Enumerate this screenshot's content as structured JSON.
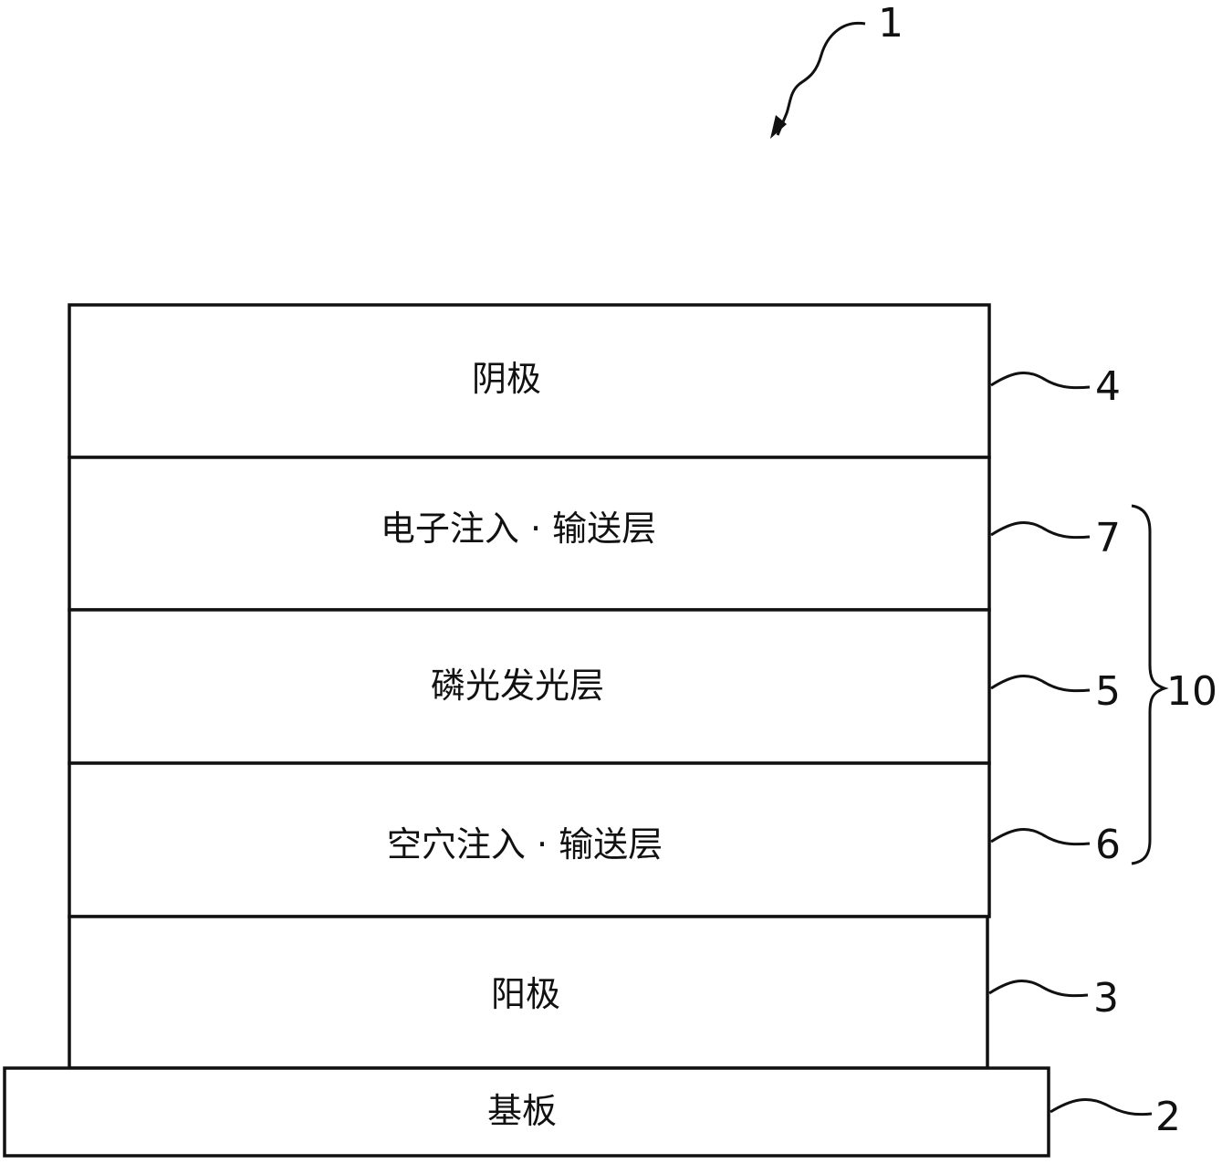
{
  "device_ref": "1",
  "layers": [
    {
      "id": "cathode",
      "label": "阴极",
      "ref": "4"
    },
    {
      "id": "electron-layer",
      "label": "电子注入 · 输送层",
      "ref": "7"
    },
    {
      "id": "emitting-layer",
      "label": "磷光发光层",
      "ref": "5"
    },
    {
      "id": "hole-layer",
      "label": "空穴注入 · 输送层",
      "ref": "6"
    },
    {
      "id": "anode",
      "label": "阳极",
      "ref": "3"
    }
  ],
  "substrate": {
    "label": "基板",
    "ref": "2"
  },
  "group": {
    "ref": "10"
  }
}
